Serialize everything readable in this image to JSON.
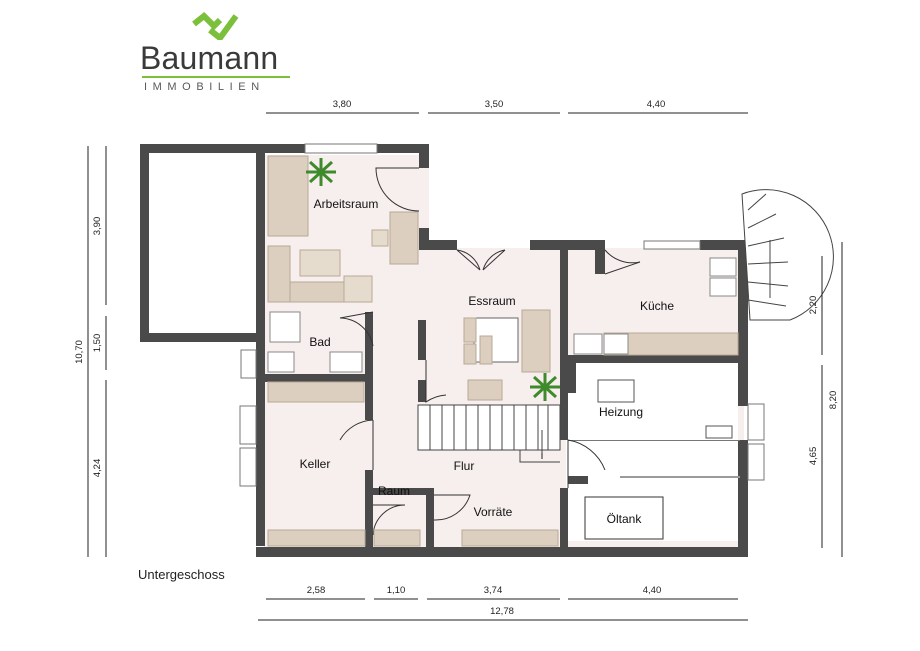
{
  "logo": {
    "name": "Baumann",
    "sub": "IMMOBILIEN",
    "accent": "#7bbf3a"
  },
  "caption": "Untergeschoss",
  "rooms": {
    "arbeitsraum": "Arbeitsraum",
    "essraum": "Essraum",
    "kueche": "Küche",
    "bad": "Bad",
    "heizung": "Heizung",
    "keller": "Keller",
    "flur": "Flur",
    "raum": "Raum",
    "vorraete": "Vorräte",
    "oeltank": "Öltank"
  },
  "dimensions": {
    "top": [
      "3,80",
      "3,50",
      "4,40"
    ],
    "left": [
      "3,90",
      "1,50",
      "4,24"
    ],
    "left_total": "10,70",
    "right": [
      "2,20",
      "4,65"
    ],
    "right_total": "8,20",
    "bottom": [
      "2,58",
      "1,10",
      "3,74",
      "4,40"
    ],
    "bottom_total": "12,78"
  },
  "colors": {
    "wall": "#4a4a4a",
    "floor": "#f7eeee",
    "furniture": "#dccfbf",
    "furniture_dark": "#c9b9a4",
    "plant": "#3f8a2a"
  }
}
